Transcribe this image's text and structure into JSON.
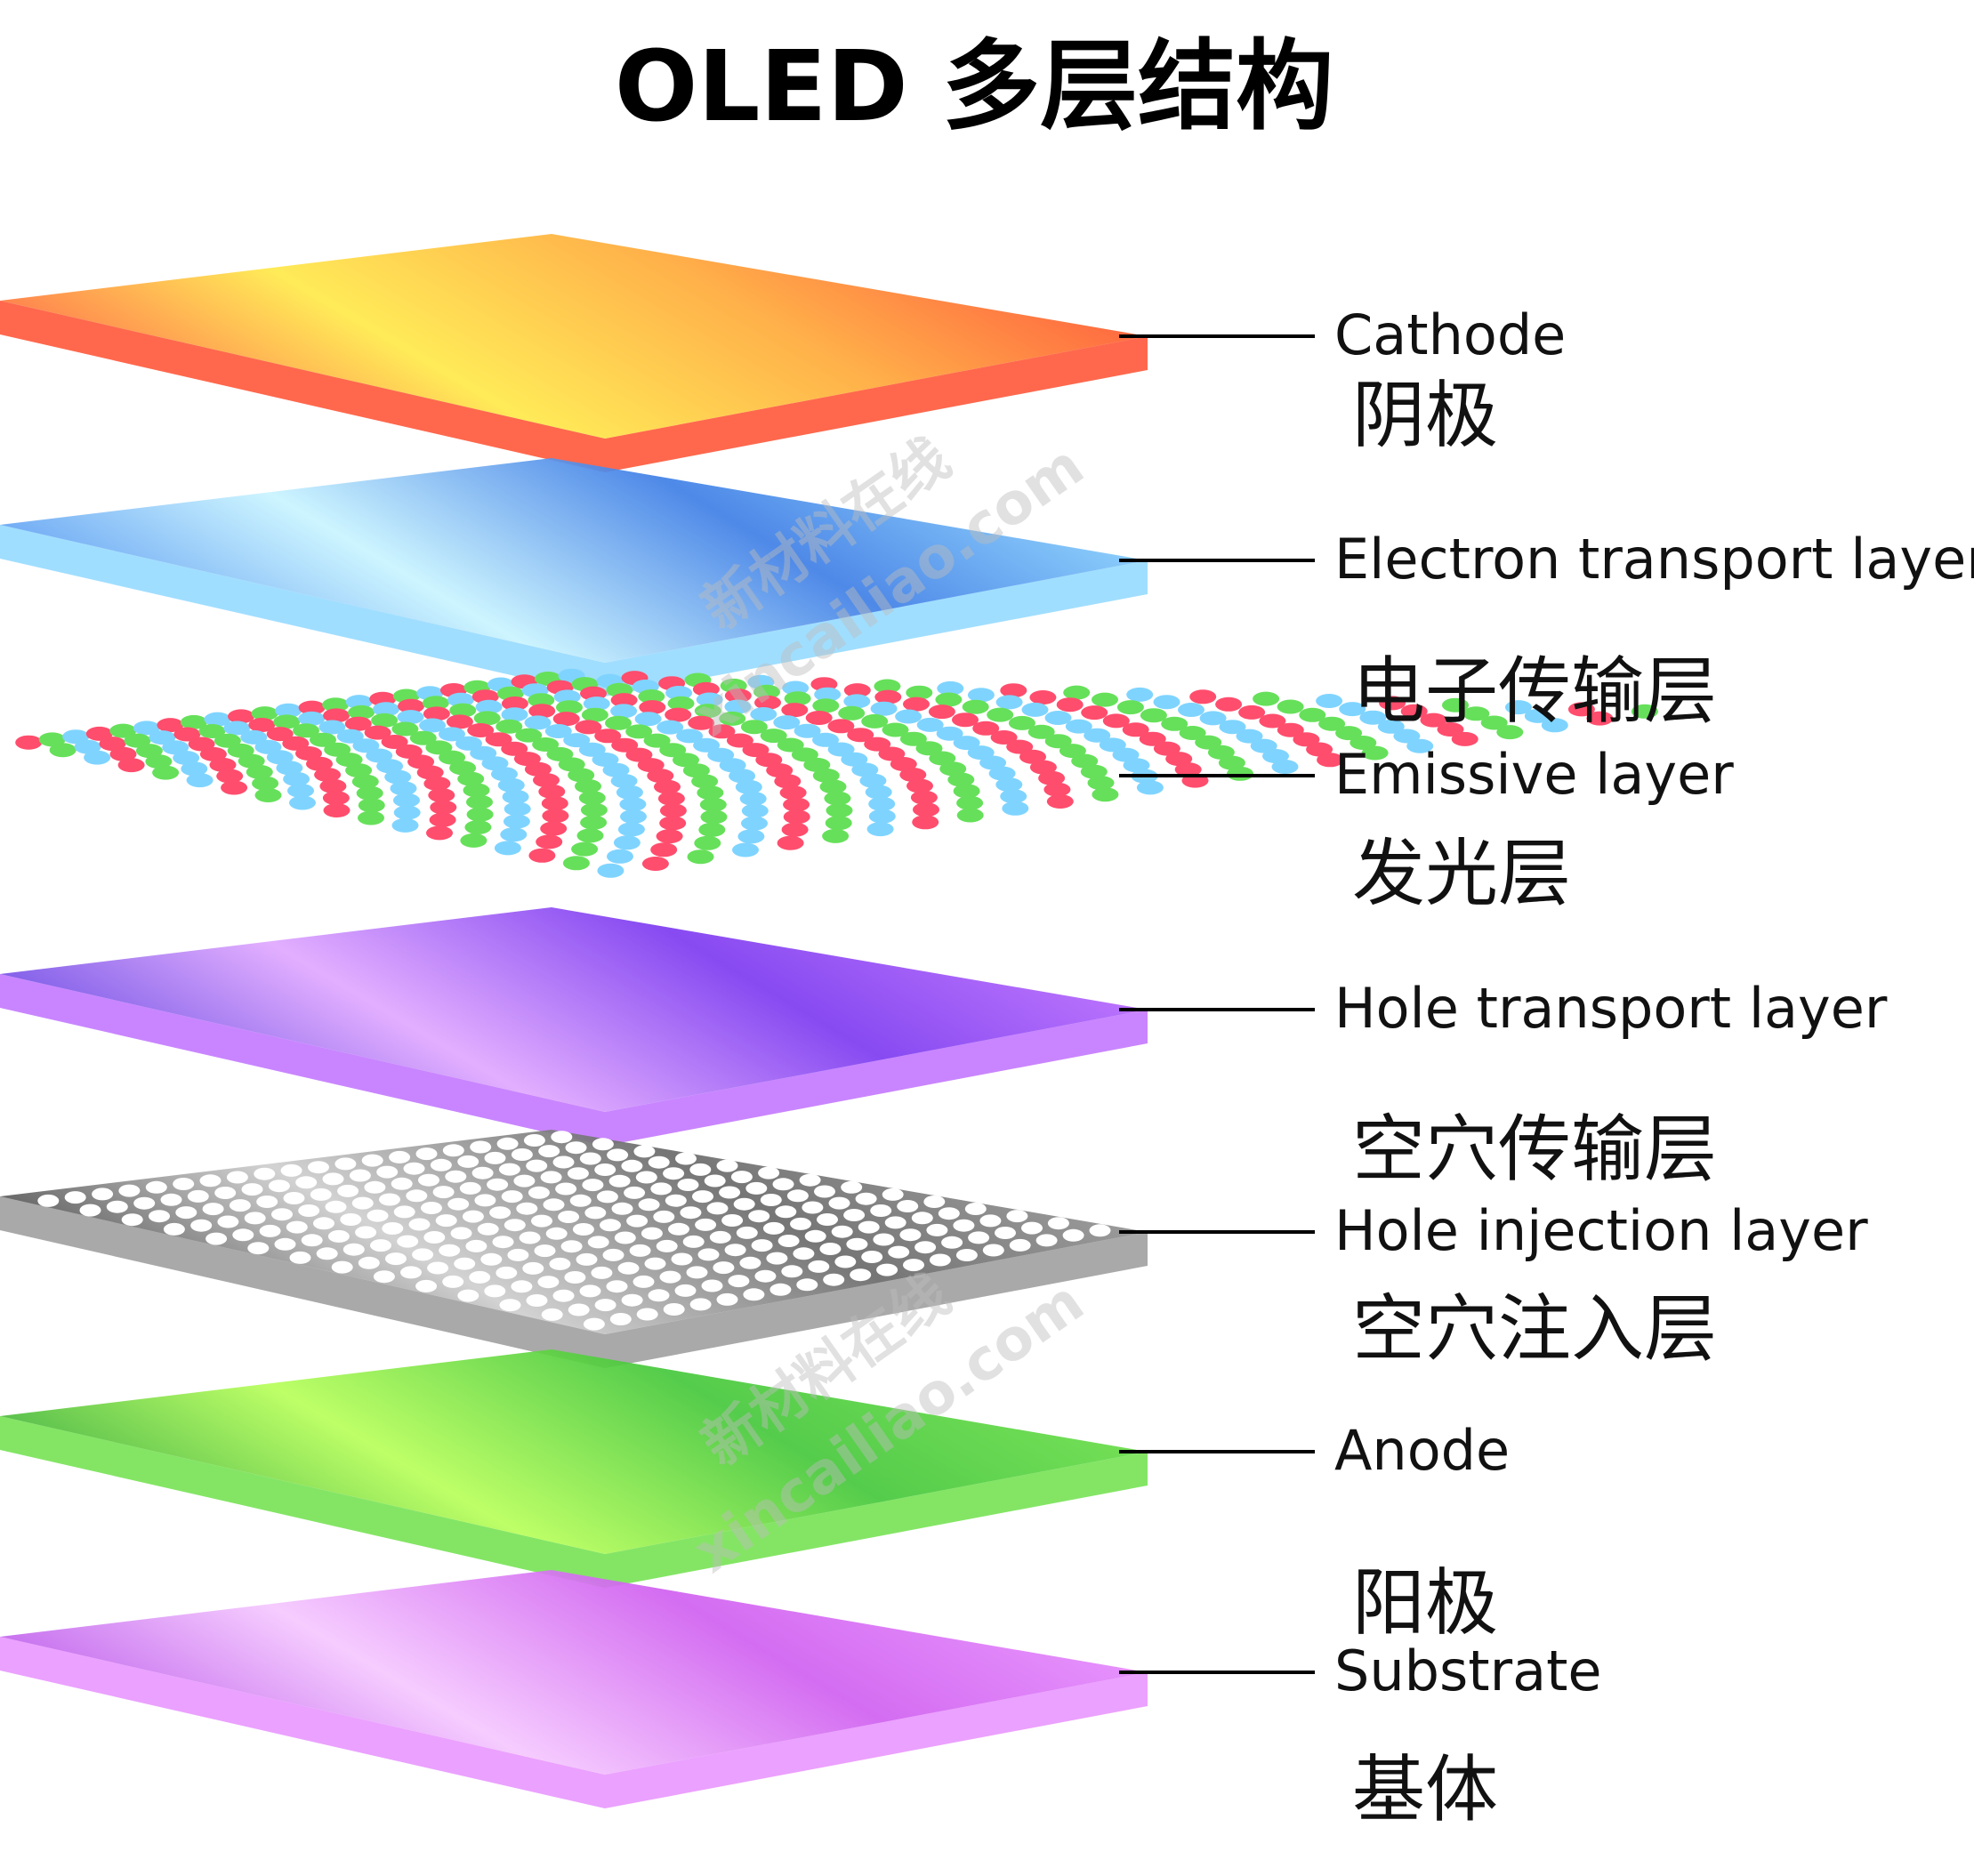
{
  "title": "OLED 多层结构",
  "watermark": {
    "cn": "新材料在线",
    "url": "xincailiao.com"
  },
  "layers": [
    {
      "key": "cathode",
      "en": "Cathode",
      "zh": "阴极",
      "colors": [
        "#ff5a3c",
        "#ffe94a",
        "#ffa93a",
        "#ff4d2e"
      ],
      "pattern": "none"
    },
    {
      "key": "etl",
      "en": "Electron transport layer",
      "zh": "电子传输层",
      "colors": [
        "#4a8ff0",
        "#c9f4ff",
        "#3f7fe6",
        "#8fd8ff"
      ],
      "pattern": "none"
    },
    {
      "key": "emissive",
      "en": "Emissive layer",
      "zh": "发光层",
      "colors": [
        "#ff4d6d",
        "#66e05a",
        "#7fd4ff"
      ],
      "pattern": "rgb-dots"
    },
    {
      "key": "htl",
      "en": "Hole transport layer",
      "zh": "空穴传输层",
      "colors": [
        "#5b3be0",
        "#e0a8ff",
        "#7d3bf0",
        "#c070ff"
      ],
      "pattern": "none"
    },
    {
      "key": "hil",
      "en": "Hole injection layer",
      "zh": "空穴注入层",
      "colors": [
        "#3a3a3a",
        "#cfcfcf",
        "#6a6a6a",
        "#9a9a9a"
      ],
      "pattern": "holes"
    },
    {
      "key": "anode",
      "en": "Anode",
      "zh": "阳极",
      "colors": [
        "#2ea836",
        "#b8ff5a",
        "#46c83c",
        "#6ee04a"
      ],
      "pattern": "none"
    },
    {
      "key": "substrate",
      "en": "Substrate",
      "zh": "基体",
      "colors": [
        "#b44ae8",
        "#f5c8ff",
        "#d060f0",
        "#e890ff"
      ],
      "pattern": "none"
    }
  ]
}
